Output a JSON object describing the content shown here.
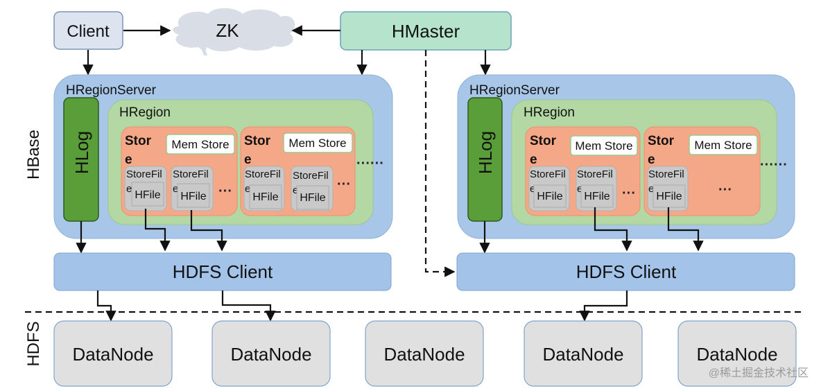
{
  "diagram": {
    "client": {
      "label": "Client"
    },
    "zk": {
      "label": "ZK"
    },
    "hmaster": {
      "label": "HMaster"
    },
    "layers": {
      "hbase": "HBase",
      "hdfs": "HDFS"
    },
    "region_servers": [
      {
        "label": "HRegionServer",
        "hlog": "HLog",
        "region": {
          "label": "HRegion",
          "stores": [
            {
              "label_line1": "Stor",
              "label_line2": "e",
              "memstore": "Mem Store",
              "storefiles": [
                {
                  "label_line1": "StoreFil",
                  "label_line2": "e",
                  "hfile": "HFile"
                },
                {
                  "label_line1": "StoreFil",
                  "label_line2": "e",
                  "hfile": "HFile"
                }
              ],
              "more": "···"
            },
            {
              "label_line1": "Stor",
              "label_line2": "e",
              "memstore": "Mem Store",
              "storefiles": [
                {
                  "label_line1": "StoreFil",
                  "label_line2": "e",
                  "hfile": "HFile"
                },
                {
                  "label_line1": "StoreFil",
                  "label_line2": "e",
                  "hfile": "HFile"
                }
              ],
              "more": "···"
            }
          ],
          "more": "······"
        },
        "hdfs_client": "HDFS Client"
      },
      {
        "label": "HRegionServer",
        "hlog": "HLog",
        "region": {
          "label": "HRegion",
          "stores": [
            {
              "label_line1": "Stor",
              "label_line2": "e",
              "memstore": "Mem Store",
              "storefiles": [
                {
                  "label_line1": "StoreFil",
                  "label_line2": "e",
                  "hfile": "HFile"
                },
                {
                  "label_line1": "StoreFil",
                  "label_line2": "e",
                  "hfile": "HFile"
                }
              ],
              "more": "···"
            },
            {
              "label_line1": "Stor",
              "label_line2": "e",
              "memstore": "Mem Store",
              "storefiles": [
                {
                  "label_line1": "StoreFil",
                  "label_line2": "e",
                  "hfile": "HFile"
                }
              ],
              "more": "···"
            }
          ],
          "more": "······"
        },
        "hdfs_client": "HDFS Client"
      }
    ],
    "datanodes": [
      "DataNode",
      "DataNode",
      "DataNode",
      "DataNode",
      "DataNode"
    ],
    "colors": {
      "client_fill": "#dde4f0",
      "zk_fill": "#d8dde6",
      "hmaster_fill": "#b5e3cc",
      "server_fill": "#a7c6e8",
      "hlog_fill": "#5a9e3a",
      "region_fill": "#b3d8a4",
      "store_fill": "#f4a888",
      "storefile_fill": "#c9c9c9",
      "hdfs_client_fill": "#a3c4e8",
      "datanode_fill": "#e0e0e0"
    },
    "watermark": "@稀土掘金技术社区"
  }
}
